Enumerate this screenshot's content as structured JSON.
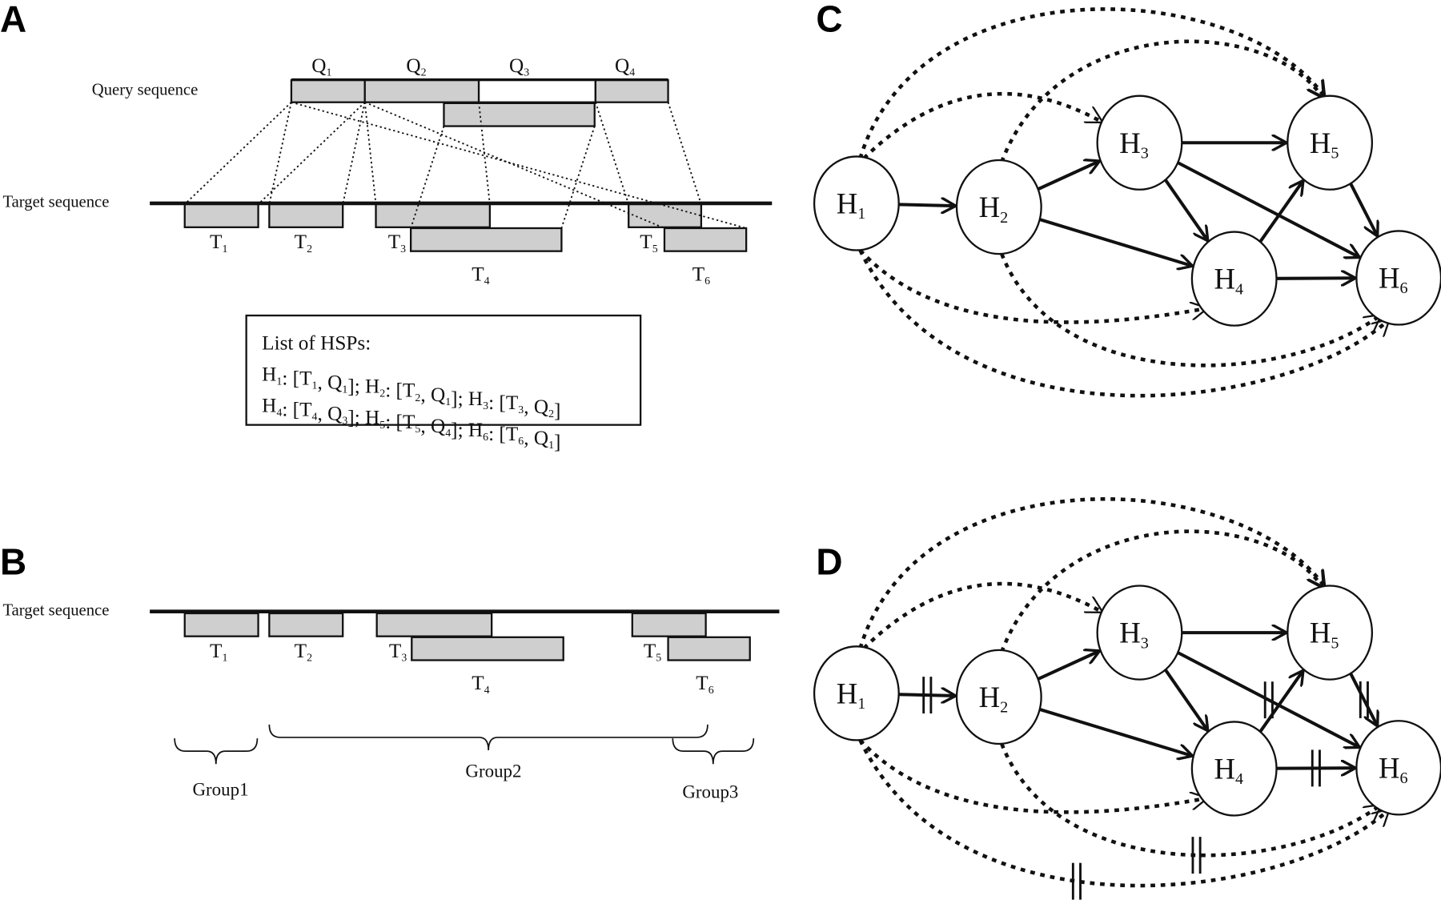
{
  "panels": {
    "a": "A",
    "b": "B",
    "c": "C",
    "d": "D"
  },
  "panel_a": {
    "query_label": "Query sequence",
    "target_label": "Target sequence",
    "query_segments": [
      {
        "l": "Q",
        "s": "1"
      },
      {
        "l": "Q",
        "s": "2"
      },
      {
        "l": "Q",
        "s": "3"
      },
      {
        "l": "Q",
        "s": "4"
      }
    ],
    "target_segments": [
      {
        "l": "T",
        "s": "1"
      },
      {
        "l": "T",
        "s": "2"
      },
      {
        "l": "T",
        "s": "3"
      },
      {
        "l": "T",
        "s": "4"
      },
      {
        "l": "T",
        "s": "5"
      },
      {
        "l": "T",
        "s": "6"
      }
    ],
    "hsp_title": "List of HSPs:",
    "hsp_lines": [
      "H1: [T1, Q1]; H2: [T2, Q1]; H3: [T3, Q2]",
      "H4: [T4, Q3]; H5: [T5, Q4]; H6: [T6, Q1]"
    ]
  },
  "panel_b": {
    "target_label": "Target sequence",
    "target_segments": [
      {
        "l": "T",
        "s": "1"
      },
      {
        "l": "T",
        "s": "2"
      },
      {
        "l": "T",
        "s": "3"
      },
      {
        "l": "T",
        "s": "4"
      },
      {
        "l": "T",
        "s": "5"
      },
      {
        "l": "T",
        "s": "6"
      }
    ],
    "groups": [
      "Group1",
      "Group2",
      "Group3"
    ]
  },
  "graph": {
    "nodes": [
      {
        "l": "H",
        "s": "1"
      },
      {
        "l": "H",
        "s": "2"
      },
      {
        "l": "H",
        "s": "3"
      },
      {
        "l": "H",
        "s": "4"
      },
      {
        "l": "H",
        "s": "5"
      },
      {
        "l": "H",
        "s": "6"
      }
    ],
    "edges": [
      {
        "from": 1,
        "to": 2,
        "type": "solid",
        "broken_in_d": true
      },
      {
        "from": 2,
        "to": 3,
        "type": "solid",
        "broken_in_d": false
      },
      {
        "from": 2,
        "to": 4,
        "type": "solid",
        "broken_in_d": false
      },
      {
        "from": 3,
        "to": 5,
        "type": "solid",
        "broken_in_d": false
      },
      {
        "from": 3,
        "to": 4,
        "type": "solid",
        "broken_in_d": false
      },
      {
        "from": 3,
        "to": 6,
        "type": "solid",
        "broken_in_d": true
      },
      {
        "from": 4,
        "to": 5,
        "type": "solid",
        "broken_in_d": false
      },
      {
        "from": 4,
        "to": 6,
        "type": "solid",
        "broken_in_d": true
      },
      {
        "from": 5,
        "to": 6,
        "type": "solid",
        "broken_in_d": true
      },
      {
        "from": 1,
        "to": 3,
        "type": "dashed",
        "broken_in_d": false
      },
      {
        "from": 1,
        "to": 5,
        "type": "dashed",
        "broken_in_d": false
      },
      {
        "from": 2,
        "to": 5,
        "type": "dashed",
        "broken_in_d": false
      },
      {
        "from": 1,
        "to": 4,
        "type": "dashed",
        "broken_in_d": false
      },
      {
        "from": 2,
        "to": 6,
        "type": "dashed",
        "broken_in_d": true
      },
      {
        "from": 1,
        "to": 6,
        "type": "dashed",
        "broken_in_d": true
      }
    ]
  }
}
